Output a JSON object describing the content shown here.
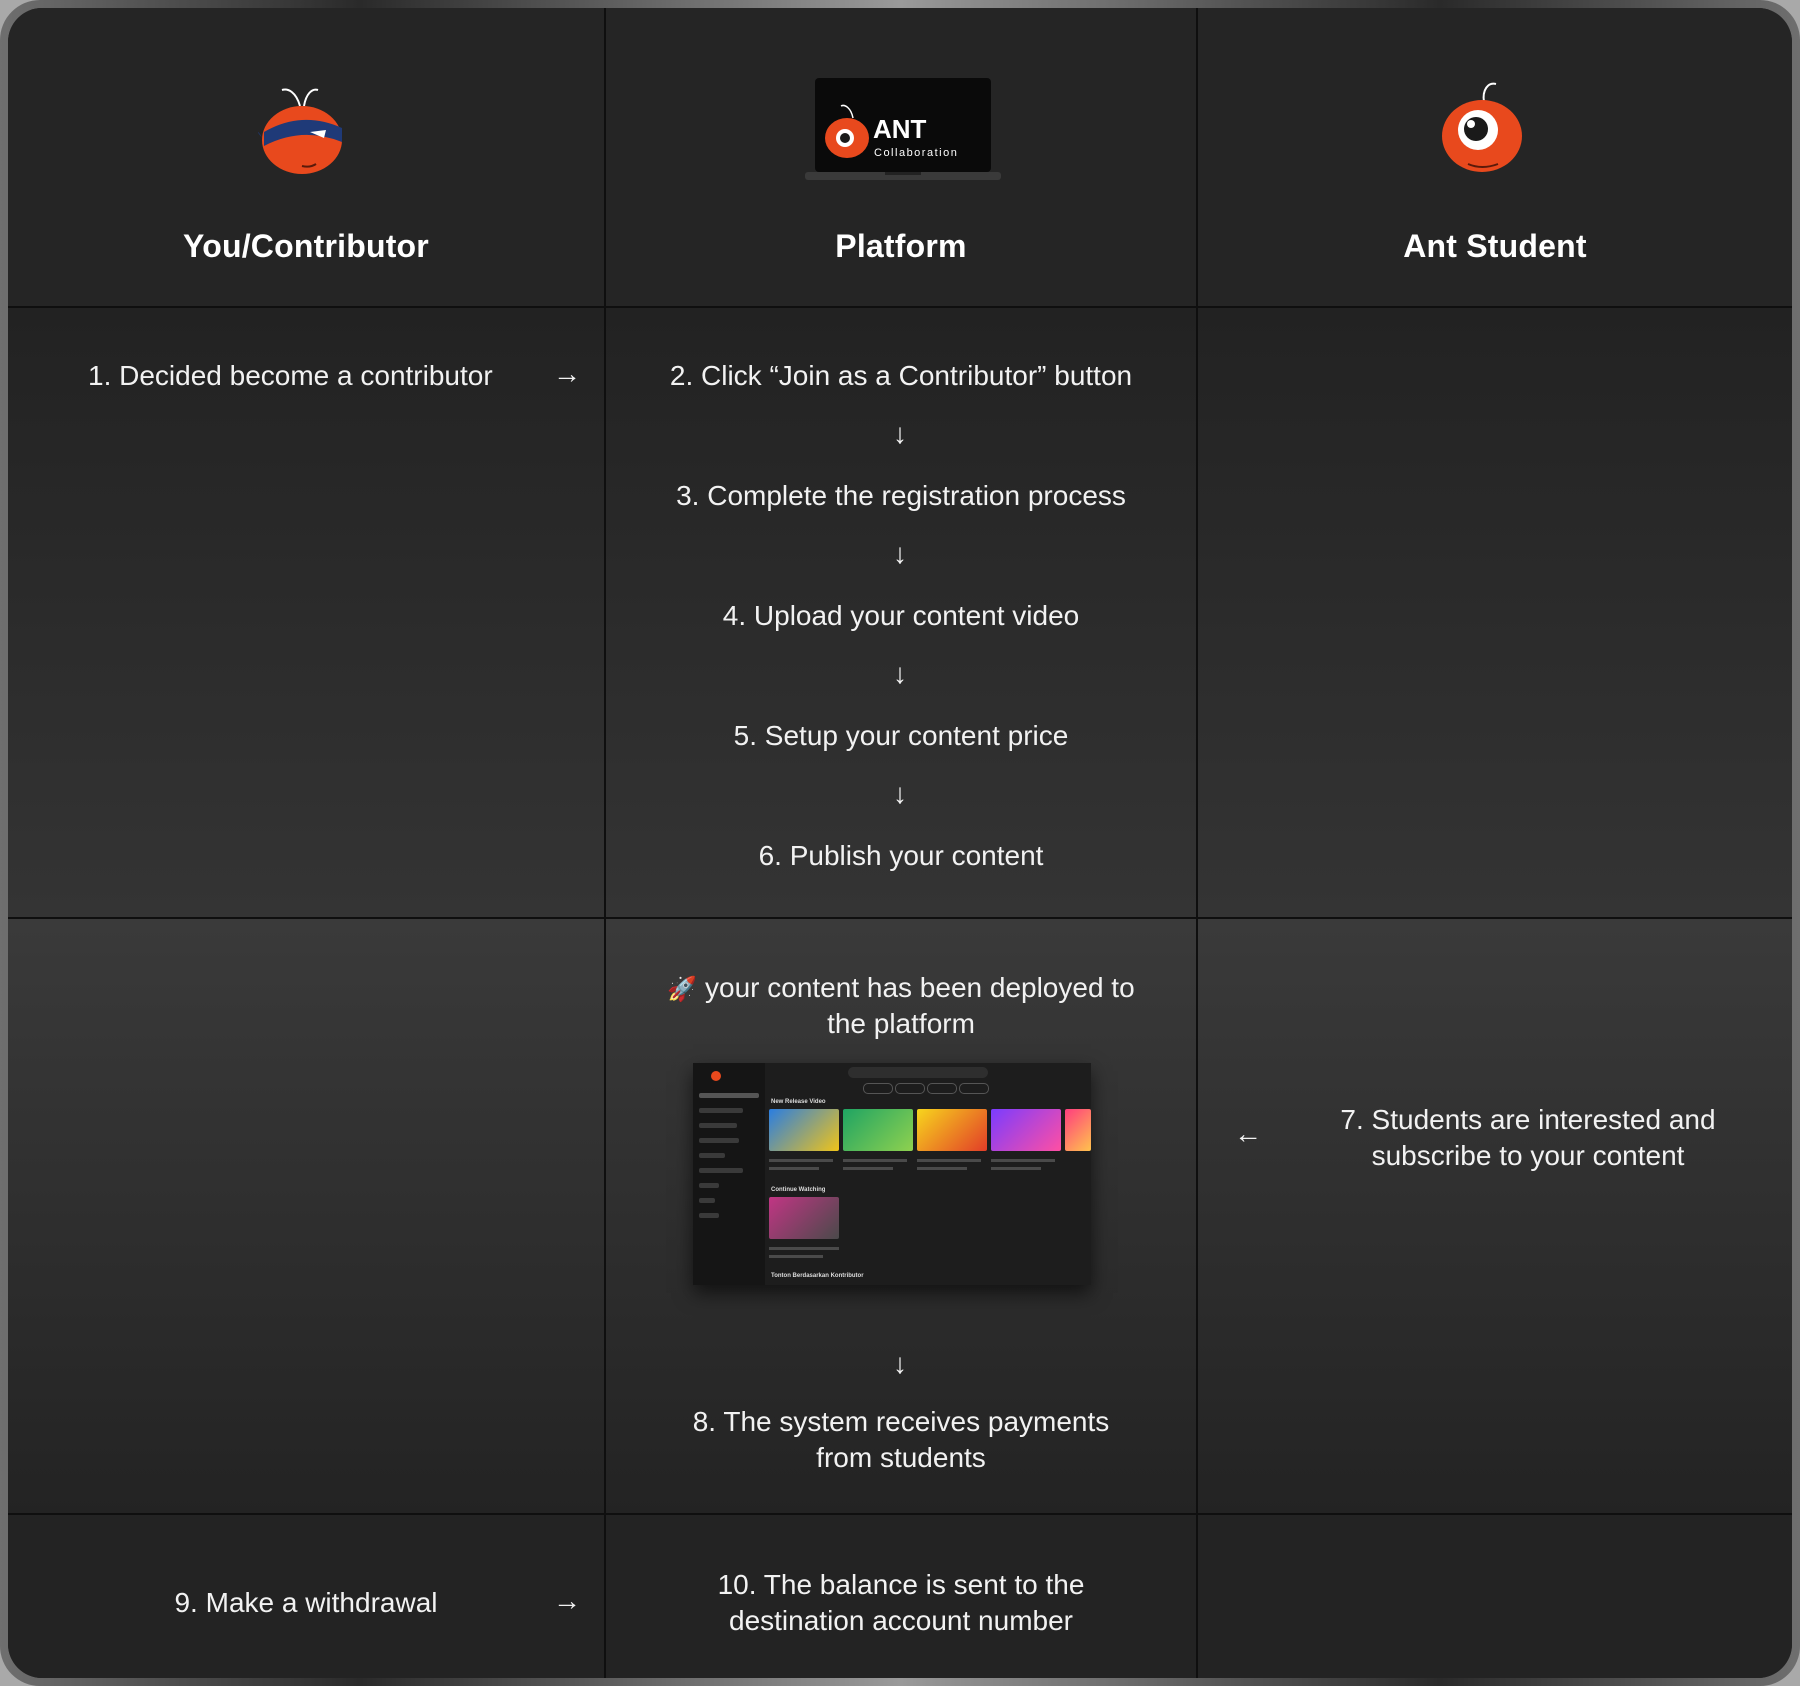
{
  "columns": {
    "contributor": "You/Contributor",
    "platform": "Platform",
    "student": "Ant Student"
  },
  "logo": {
    "brand": "ANT",
    "sub": "Collaboration"
  },
  "steps": {
    "s1": "1. Decided become a contributor",
    "s2": "2. Click “Join as a Contributor” button",
    "s3": "3. Complete the registration process",
    "s4": "4. Upload your content video",
    "s5": "5. Setup your content price",
    "s6": "6. Publish your content",
    "deployed_1": "your content has been deployed to",
    "deployed_2": "the platform",
    "s7_1": "7. Students are interested and",
    "s7_2": "subscribe to your content",
    "s8_1": "8. The system receives payments",
    "s8_2": "from students",
    "s9": "9. Make a withdrawal",
    "s10_1": "10. The balance is sent to the",
    "s10_2": "destination account number"
  },
  "arrows": {
    "right": "→",
    "down": "↓",
    "left": "←"
  },
  "emoji": {
    "rocket": "🚀"
  },
  "screenshot": {
    "new_release": "New Release Video",
    "continue": "Continue Watching",
    "by_contributor": "Tonton Berdasarkan Kontributor"
  },
  "colors": {
    "accent": "#e8491d",
    "background": "#262626",
    "grid": "#0f0f0f",
    "text": "#ffffff"
  },
  "icons": [
    "ninja-ant-icon",
    "ant-collaboration-laptop-logo",
    "ant-student-icon"
  ]
}
